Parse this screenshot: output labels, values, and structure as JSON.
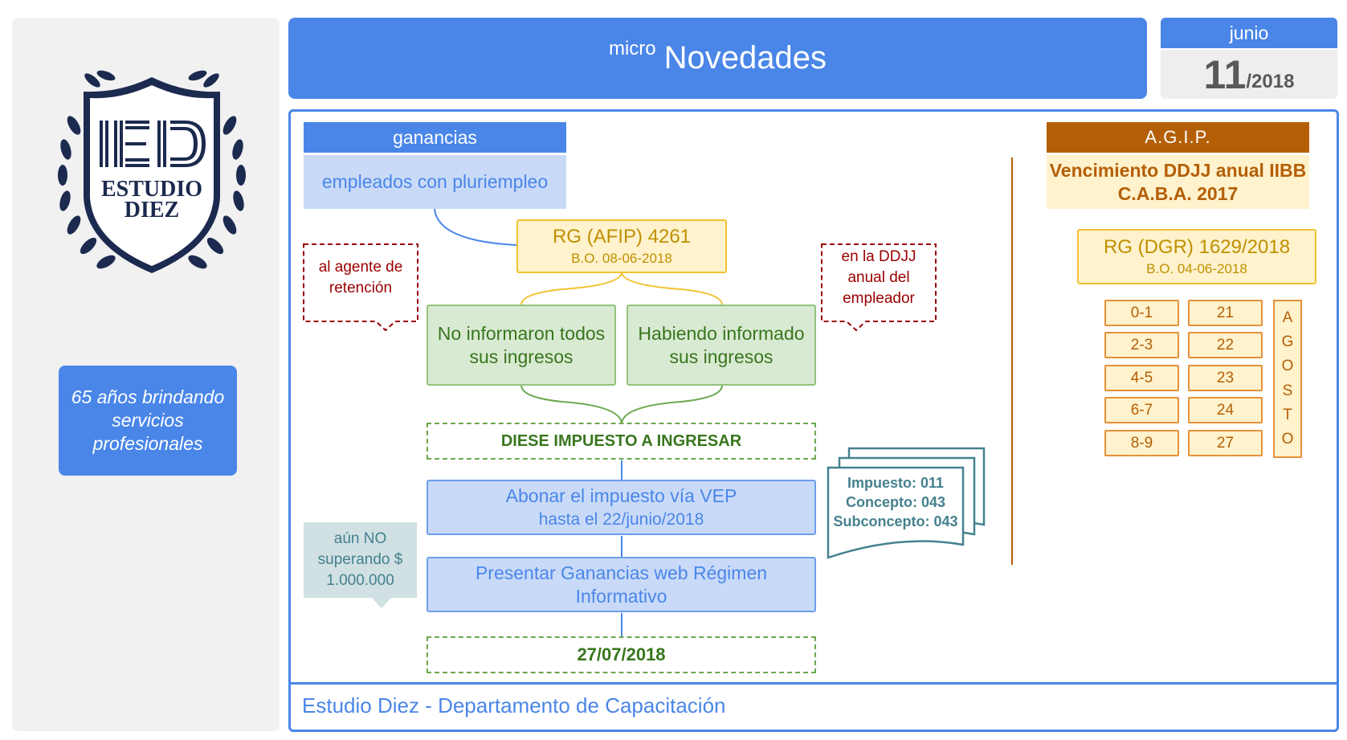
{
  "tagline": "65 años brindando servicios profesionales",
  "logo": {
    "text_line1": "ESTUDIO",
    "text_line2": "DIEZ",
    "monogram": "IED"
  },
  "header": {
    "prefix": "micro",
    "title": "Novedades"
  },
  "date": {
    "month": "junio",
    "day": "11",
    "year": "/2018"
  },
  "ganancias": {
    "label": "ganancias",
    "subtitle": "empleados con pluriempleo",
    "rg_title": "RG (AFIP) 4261",
    "rg_bo": "B.O. 08-06-2018",
    "callout_left": "al agente de retención",
    "callout_right": "en la DDJJ anual del empleador",
    "branch_left": "No informaron todos sus ingresos",
    "branch_right": "Habiendo informado sus ingresos",
    "result": "DIESE IMPUESTO A INGRESAR",
    "step1_title": "Abonar el impuesto vía VEP",
    "step1_sub": "hasta el 22/junio/2018",
    "step2": "Presentar Ganancias web Régimen Informativo",
    "deadline": "27/07/2018",
    "note": "aún NO superando $ 1.000.000",
    "vep": [
      "Impuesto: 011",
      "Concepto: 043",
      "Subconcepto: 043"
    ]
  },
  "agip": {
    "label": "A.G.I.P.",
    "subtitle": "Vencimiento DDJJ anual IIBB C.A.B.A. 2017",
    "rg_title": "RG (DGR) 1629/2018",
    "rg_bo": "B.O. 04-06-2018",
    "rows": [
      {
        "digits": "0-1",
        "day": "21"
      },
      {
        "digits": "2-3",
        "day": "22"
      },
      {
        "digits": "4-5",
        "day": "23"
      },
      {
        "digits": "6-7",
        "day": "24"
      },
      {
        "digits": "8-9",
        "day": "27"
      }
    ],
    "month_letters": [
      "A",
      "G",
      "O",
      "S",
      "T",
      "O"
    ]
  },
  "footer": "Estudio Diez - Departamento de Capacitación",
  "colors": {
    "blue": "#4a86e8",
    "light_blue": "#c9daf8",
    "yellow": "#fff2cc",
    "gold": "#f1c232",
    "green": "#d9ead3",
    "dark_green": "#38761d",
    "brown": "#b45f06",
    "orange": "#e69138",
    "dark_red": "#990000",
    "teal": "#45818e",
    "navy": "#1c2a4f"
  }
}
